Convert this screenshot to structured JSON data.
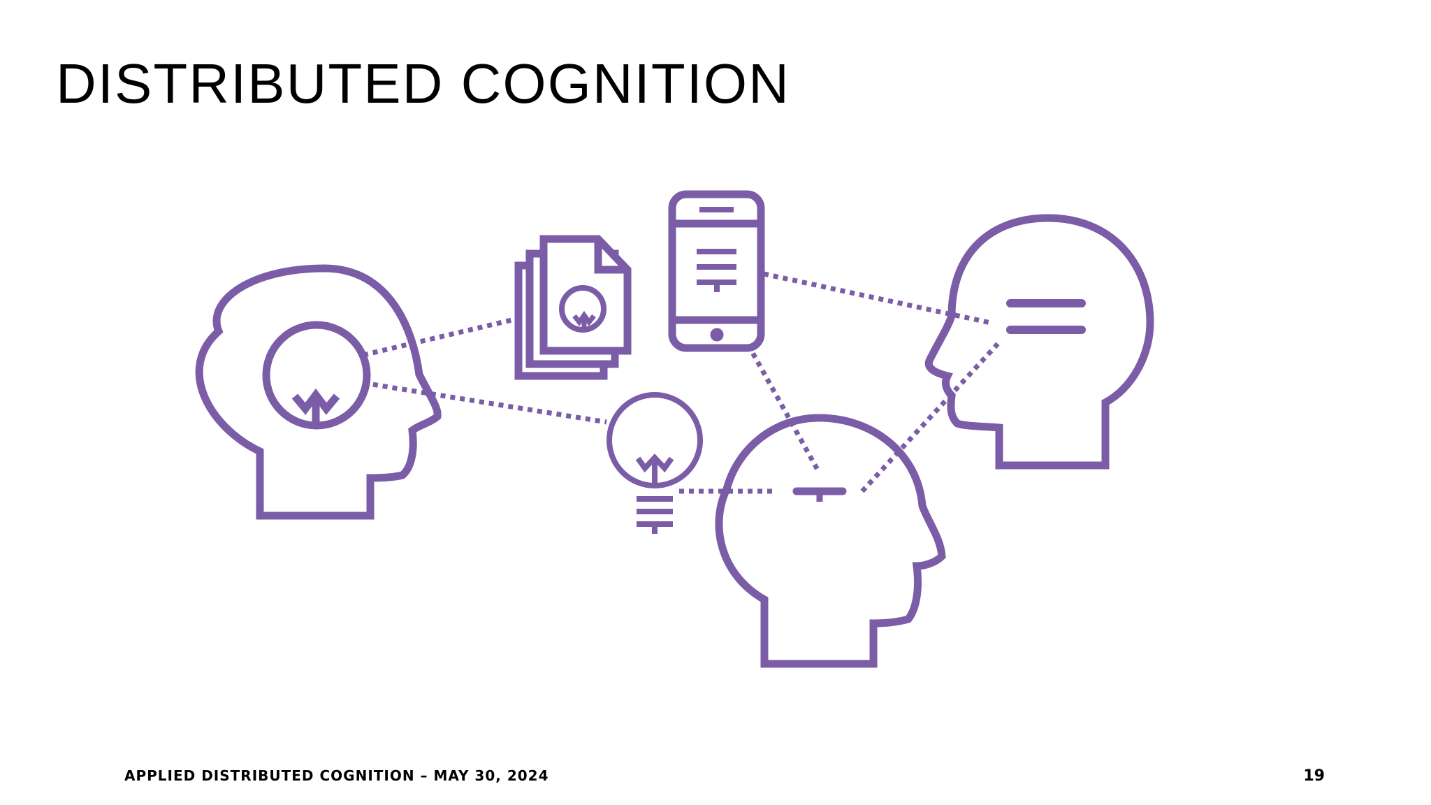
{
  "slide": {
    "title": "DISTRIBUTED COGNITION",
    "footer": "APPLIED DISTRIBUTED COGNITION – MAY 30, 2024",
    "page_number": "19"
  },
  "diagram": {
    "accent_color": "#7b5ca6",
    "icons": [
      "head-with-tree-icon",
      "documents-icon",
      "smartphone-icon",
      "lightbulb-icon",
      "head-with-lines-icon",
      "head-with-t-icon"
    ]
  }
}
